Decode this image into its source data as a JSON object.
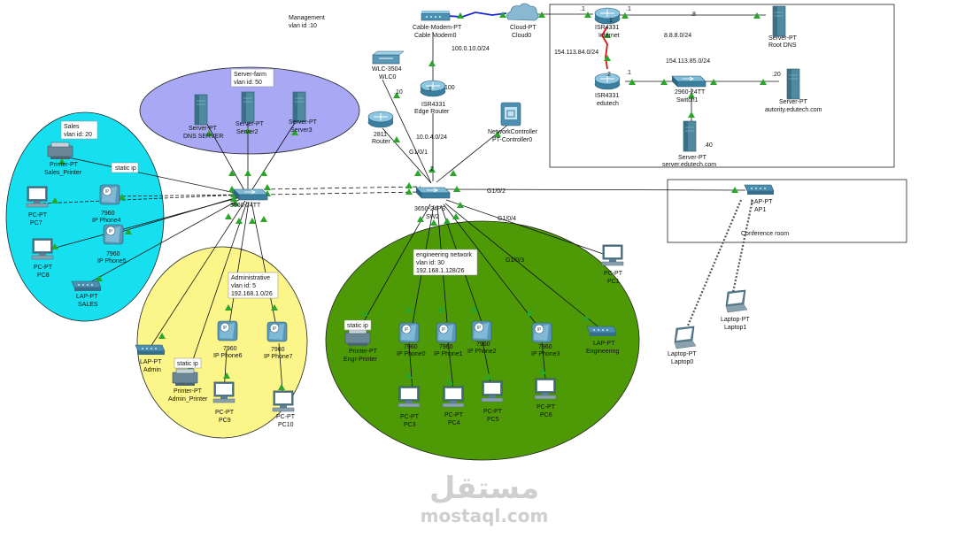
{
  "zones": {
    "management": [
      "Management",
      "vlan id :10"
    ],
    "server_farm": [
      "Server-farm",
      "vlan id: 50"
    ],
    "sales": [
      "Sales",
      "vlan id: 20"
    ],
    "administrative": [
      "Administrative",
      "vlan id: 5",
      "192.168.1.0/26"
    ],
    "engineering": [
      "engineering network",
      "vlan id: 30",
      "192.168.1.128/26"
    ],
    "conference": "Conference room"
  },
  "devices": {
    "dns_server": [
      "Server-PT",
      "DNS SERVER"
    ],
    "server2": [
      "Server-PT",
      "Server2"
    ],
    "server3": [
      "Server-PT",
      "Server3"
    ],
    "sales_printer": [
      "Printer-PT",
      "Sales_Printer"
    ],
    "pc7": [
      "PC-PT",
      "PC7"
    ],
    "ip_phone4": [
      "7960",
      "IP Phone4"
    ],
    "ip_phone5": [
      "7960",
      "IP Phone5"
    ],
    "pc8": [
      "PC-PT",
      "PC8"
    ],
    "lap_sales": [
      "LAP-PT",
      "SALES"
    ],
    "sw_left": [
      "3560-24TT"
    ],
    "lap_admin": [
      "LAP-PT",
      "Admin"
    ],
    "admin_printer": [
      "Printer-PT",
      "Admin_Printer"
    ],
    "ip_phone6": [
      "7960",
      "IP Phone6"
    ],
    "ip_phone7": [
      "7960",
      "IP Phone7"
    ],
    "pc9": [
      "PC-PT",
      "PC9"
    ],
    "pc10": [
      "PC-PT",
      "PC10"
    ],
    "wlc": [
      "WLC-3504",
      "WLC0"
    ],
    "router2811": [
      "2811",
      "Router"
    ],
    "edge_router": [
      "ISR4331",
      "Edge Router"
    ],
    "cable_modem": [
      "Cable-Modem-PT",
      "Cable Modem0"
    ],
    "cloud": [
      "Cloud-PT",
      "Cloud0"
    ],
    "netcontroller": [
      "NetworkController",
      "PT-Controller0"
    ],
    "sw_center": [
      "3650-24PS",
      "SW2"
    ],
    "engr_printer": [
      "Printer-PT",
      "Engr-Printer"
    ],
    "ip_phone0": [
      "7960",
      "IP Phone0"
    ],
    "ip_phone1": [
      "7960",
      "IP Phone1"
    ],
    "ip_phone2": [
      "7960",
      "IP Phone2"
    ],
    "ip_phone3": [
      "7960",
      "IP Phone3"
    ],
    "lap_engineering": [
      "LAP-PT",
      "Engineering"
    ],
    "pc3": [
      "PC-PT",
      "PC3"
    ],
    "pc4": [
      "PC-PT",
      "PC4"
    ],
    "pc5": [
      "PC-PT",
      "PC5"
    ],
    "pc6": [
      "PC-PT",
      "PC6"
    ],
    "pc1": [
      "PC-PT",
      "PC1"
    ],
    "ap1": [
      "LAP-PT",
      "AP1"
    ],
    "laptop0": [
      "Laptop-PT",
      "Laptop0"
    ],
    "laptop1": [
      "Laptop-PT",
      "Laptop1"
    ],
    "internet": [
      "ISR4331",
      "Internet"
    ],
    "root_dns": [
      "Server-PT",
      "Root DNS"
    ],
    "edutech": [
      "ISR4331",
      "edutech"
    ],
    "switch1": [
      "2960-24TT",
      "Switch1"
    ],
    "authority": [
      "Server-PT",
      "autority.edutech.com"
    ],
    "server_edutech": [
      "Server-PT",
      "server.edutech.com"
    ]
  },
  "labels": {
    "static_ip_sales": "static ip",
    "static_ip_admin": "static ip",
    "static_ip_engr": "static ip",
    "net_100": "100.0.10.0/24",
    "net_10_0_4": "10.0.4.0/24",
    "net_154_84": "154.113.84.0/24",
    "net_154_85": "154.113.85.0/24",
    "net_8888": "8.8.8.0/24",
    "g101": "G1/0/1",
    "g102": "G1/0/2",
    "g103": "G1/0/3",
    "g104": "G1/0/4",
    "ip_dot1_edge": ".1",
    "ip_dot100": ".100",
    "ip_dot10_wlc": ".10",
    "ip_dot2_sw": ".2",
    "ip_dot1_inet_l": ".1",
    "ip_dot1_inet_r": ".1",
    "ip_dot1_inet_top": ".1",
    "ip_dot8": ".8",
    "ip_dot2_edu": ".2",
    "ip_dot1_edu": ".1",
    "ip_dot20": ".20",
    "ip_dot40": ".40"
  },
  "watermark": {
    "arabic": "مستقل",
    "latin": "mostaql.com"
  },
  "colors": {
    "sales_zone": "#16e0f0",
    "server_zone": "#a8a8f5",
    "admin_zone": "#fbf58a",
    "engineering_zone": "#4e9a06",
    "link_green": "#2aa62a",
    "link_red": "#e01010",
    "link_blue": "#1a2ad8"
  }
}
